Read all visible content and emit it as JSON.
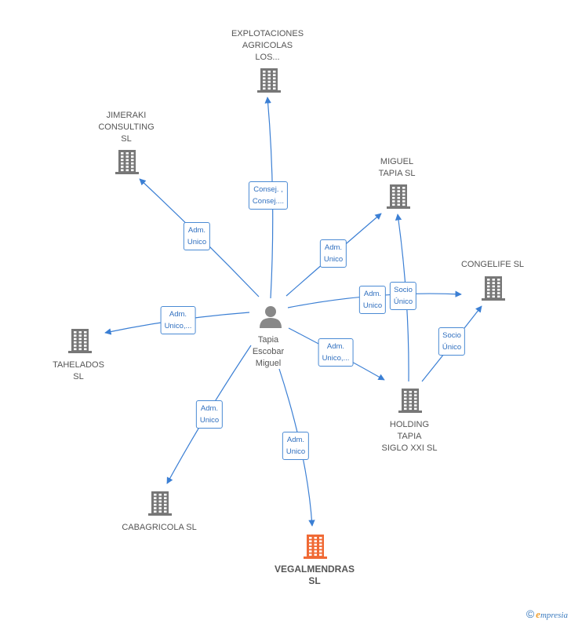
{
  "colors": {
    "edge": "#3b7fd4",
    "building": "#777777",
    "highlight": "#f06a35",
    "person": "#888888"
  },
  "center": {
    "label": "Tapia\nEscobar\nMiguel",
    "icon": "person-icon"
  },
  "nodes": [
    {
      "id": "explotaciones",
      "label": "EXPLOTACIONES\nAGRICOLAS\nLOS...",
      "icon": "building-icon"
    },
    {
      "id": "jimeraki",
      "label": "JIMERAKI\nCONSULTING\nSL",
      "icon": "building-icon"
    },
    {
      "id": "miguel",
      "label": "MIGUEL\nTAPIA SL",
      "icon": "building-icon"
    },
    {
      "id": "congelife",
      "label": "CONGELIFE SL",
      "icon": "building-icon"
    },
    {
      "id": "tahelados",
      "label": "TAHELADOS\nSL",
      "icon": "building-icon"
    },
    {
      "id": "holding",
      "label": "HOLDING\nTAPIA\nSIGLO XXI  SL",
      "icon": "building-icon"
    },
    {
      "id": "cabagricola",
      "label": "CABAGRICOLA SL",
      "icon": "building-icon"
    },
    {
      "id": "vegalmendras",
      "label": "VEGALMENDRAS\nSL",
      "icon": "building-icon",
      "highlight": true
    }
  ],
  "edges": [
    {
      "from": "center",
      "to": "explotaciones",
      "label": "Consej. ,\nConsej...."
    },
    {
      "from": "center",
      "to": "jimeraki",
      "label": "Adm.\nUnico"
    },
    {
      "from": "center",
      "to": "miguel",
      "label": "Adm.\nUnico"
    },
    {
      "from": "center",
      "to": "congelife",
      "label": "Adm.\nUnico"
    },
    {
      "from": "center",
      "to": "tahelados",
      "label": "Adm.\nUnico,..."
    },
    {
      "from": "center",
      "to": "holding",
      "label": "Adm.\nUnico,..."
    },
    {
      "from": "center",
      "to": "cabagricola",
      "label": "Adm.\nUnico"
    },
    {
      "from": "center",
      "to": "vegalmendras",
      "label": "Adm.\nUnico"
    },
    {
      "from": "holding",
      "to": "miguel",
      "label": "Socio\nÚnico"
    },
    {
      "from": "holding",
      "to": "congelife",
      "label": "Socio\nÚnico"
    }
  ],
  "watermark": {
    "symbol": "©",
    "brand_e": "e",
    "brand_rest": "mpresia"
  }
}
